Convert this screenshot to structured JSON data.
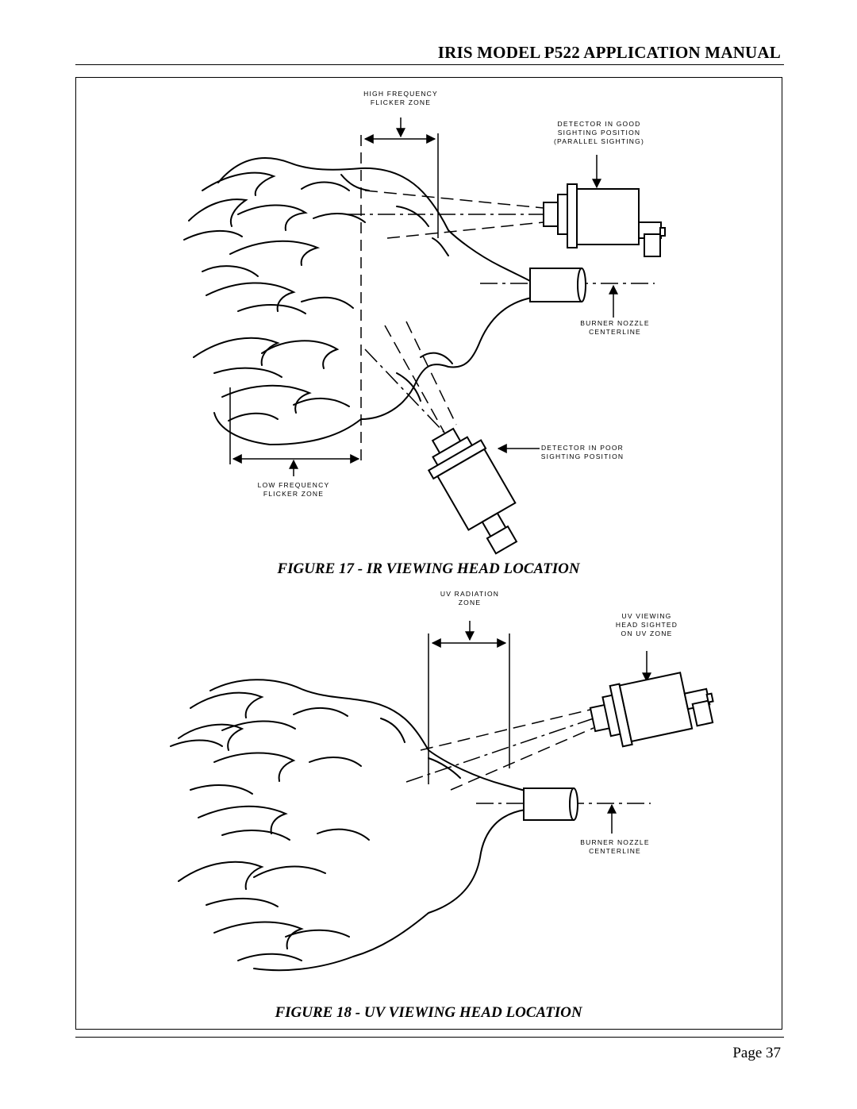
{
  "header": {
    "title": "IRIS MODEL P522 APPLICATION MANUAL"
  },
  "figure17": {
    "caption": "FIGURE 17 - IR VIEWING HEAD LOCATION",
    "labels": {
      "high_freq_1": "HIGH FREQUENCY",
      "high_freq_2": "FLICKER ZONE",
      "good_1": "DETECTOR IN GOOD",
      "good_2": "SIGHTING POSITION",
      "good_3": "(PARALLEL SIGHTING)",
      "nozzle_1": "BURNER NOZZLE",
      "nozzle_2": "CENTERLINE",
      "poor_1": "DETECTOR IN POOR",
      "poor_2": "SIGHTING POSITION",
      "low_freq_1": "LOW FREQUENCY",
      "low_freq_2": "FLICKER ZONE"
    }
  },
  "figure18": {
    "caption": "FIGURE 18 - UV VIEWING HEAD LOCATION",
    "labels": {
      "uv_zone_1": "UV RADIATION",
      "uv_zone_2": "ZONE",
      "uv_head_1": "UV VIEWING",
      "uv_head_2": "HEAD SIGHTED",
      "uv_head_3": "ON UV ZONE",
      "nozzle_1": "BURNER NOZZLE",
      "nozzle_2": "CENTERLINE"
    }
  },
  "footer": {
    "page": "Page 37"
  }
}
